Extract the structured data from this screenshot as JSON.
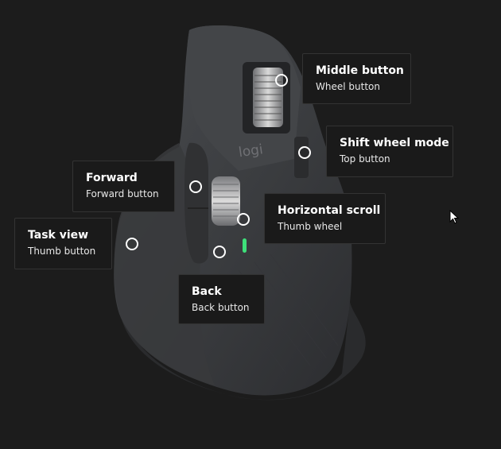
{
  "colors": {
    "background": "#1c1c1c",
    "callout_background": "#1a1a1a",
    "callout_border": "#333333",
    "mouse_body": "#3d3f42",
    "mouse_dark": "#2a2b2d",
    "status_led": "#3ee07a"
  },
  "mouse": {
    "logo_text": "logi"
  },
  "callouts": {
    "middle_button": {
      "title": "Middle button",
      "subtitle": "Wheel button"
    },
    "shift_wheel_mode": {
      "title": "Shift wheel mode",
      "subtitle": "Top button"
    },
    "forward": {
      "title": "Forward",
      "subtitle": "Forward button"
    },
    "horizontal_scroll": {
      "title": "Horizontal scroll",
      "subtitle": "Thumb wheel"
    },
    "task_view": {
      "title": "Task view",
      "subtitle": "Thumb button"
    },
    "back": {
      "title": "Back",
      "subtitle": "Back button"
    }
  },
  "icons": {
    "hotspot": "circle-outline-icon",
    "cursor": "mouse-pointer-icon"
  }
}
